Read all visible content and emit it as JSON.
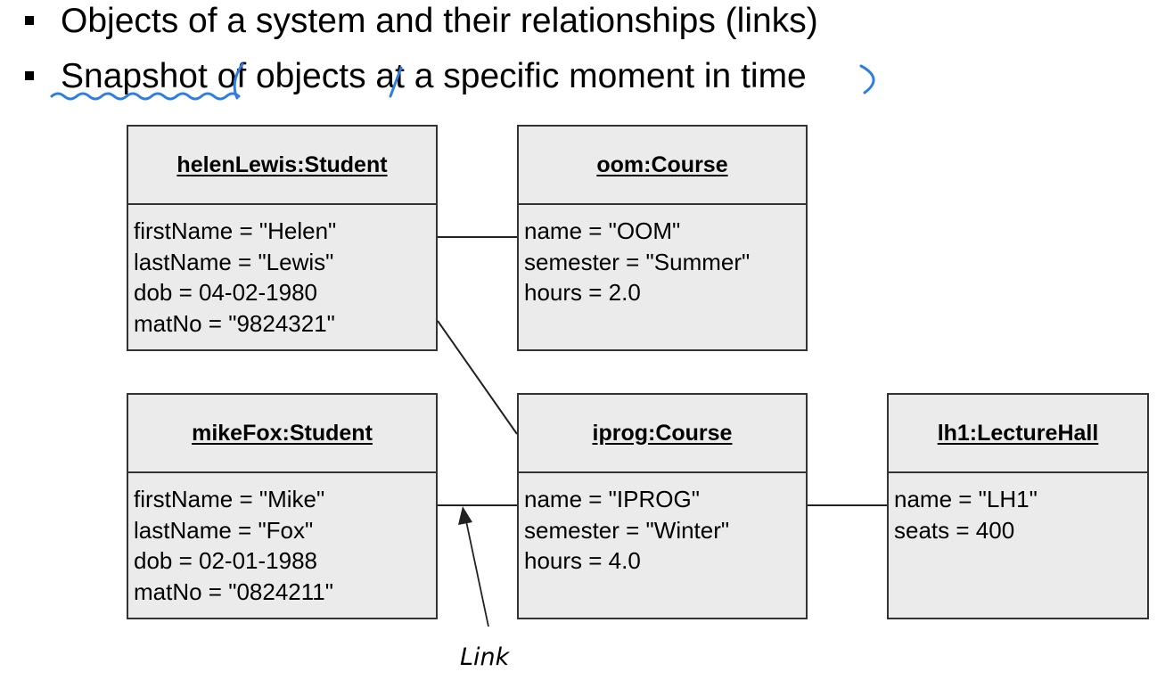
{
  "bullets": [
    "Objects of a system and their relationships (links)",
    "Snapshot of objects at a specific moment in time"
  ],
  "objects": [
    {
      "id": "helenLewis",
      "title": "helenLewis:Student",
      "attributes": [
        "firstName = \"Helen\"",
        "lastName = \"Lewis\"",
        "dob = 04-02-1980",
        "matNo = \"9824321\""
      ]
    },
    {
      "id": "oom",
      "title": "oom:Course",
      "attributes": [
        "name = \"OOM\"",
        "semester = \"Summer\"",
        "hours = 2.0"
      ]
    },
    {
      "id": "mikeFox",
      "title": "mikeFox:Student",
      "attributes": [
        "firstName = \"Mike\"",
        "lastName = \"Fox\"",
        "dob = 02-01-1988",
        "matNo = \"0824211\""
      ]
    },
    {
      "id": "iprog",
      "title": "iprog:Course",
      "attributes": [
        "name = \"IPROG\"",
        "semester = \"Winter\"",
        "hours = 4.0"
      ]
    },
    {
      "id": "lh1",
      "title": "lh1:LectureHall",
      "attributes": [
        "name = \"LH1\"",
        "seats = 400"
      ]
    }
  ],
  "links": [
    {
      "from": "helenLewis",
      "to": "oom"
    },
    {
      "from": "helenLewis",
      "to": "iprog"
    },
    {
      "from": "mikeFox",
      "to": "iprog"
    },
    {
      "from": "iprog",
      "to": "lh1"
    }
  ],
  "annotation": {
    "label": "Link"
  },
  "colors": {
    "box_fill": "#ebebeb",
    "box_border": "#333333",
    "pen_annotation": "#2e7de0"
  }
}
